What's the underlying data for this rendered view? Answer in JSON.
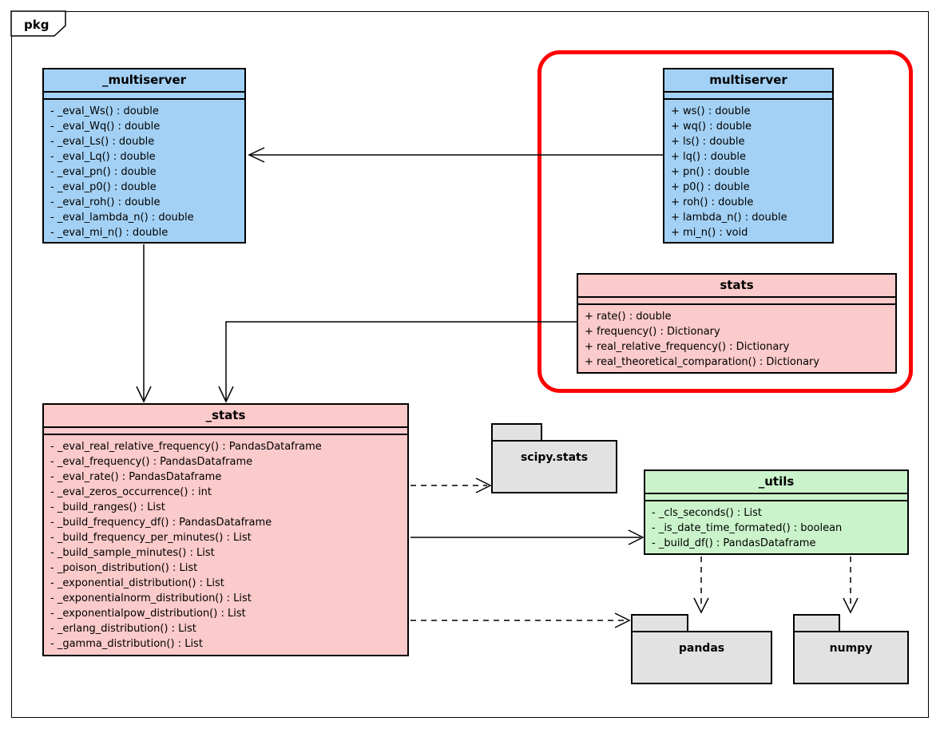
{
  "frame": {
    "tag_label": "pkg"
  },
  "colors": {
    "class_blue": "#A3D1F5",
    "class_pink": "#FBCACA",
    "class_green": "#CBF3CB",
    "package_gray": "#E2E2E2",
    "highlight_red": "#FF0000"
  },
  "classes": {
    "multiserver_private": {
      "title": "_multiserver",
      "methods": [
        "- _eval_Ws() : double",
        "- _eval_Wq() : double",
        "- _eval_Ls() : double",
        "- _eval_Lq() : double",
        "- _eval_pn() : double",
        "- _eval_p0() : double",
        "- _eval_roh() : double",
        "- _eval_lambda_n() : double",
        "- _eval_mi_n() : double"
      ]
    },
    "multiserver_public": {
      "title": "multiserver",
      "methods": [
        "+ ws() : double",
        "+ wq() : double",
        "+ ls() : double",
        "+ lq() : double",
        "+ pn() : double",
        "+ p0() : double",
        "+ roh() : double",
        "+ lambda_n() : double",
        "+ mi_n() : void"
      ]
    },
    "stats_public": {
      "title": "stats",
      "methods": [
        "+ rate() : double",
        "+ frequency() : Dictionary",
        "+ real_relative_frequency() : Dictionary",
        "+ real_theoretical_comparation() : Dictionary"
      ]
    },
    "stats_private": {
      "title": "_stats",
      "methods": [
        "- _eval_real_relative_frequency() : PandasDataframe",
        "- _eval_frequency() : PandasDataframe",
        "- _eval_rate() : PandasDataframe",
        "- _eval_zeros_occurrence() : int",
        "- _build_ranges() : List",
        "- _build_frequency_df() : PandasDataframe",
        "- _build_frequency_per_minutes() : List",
        "- _build_sample_minutes() : List",
        "- _poison_distribution() : List",
        "- _exponential_distribution() : List",
        "- _exponentialnorm_distribution() : List",
        "- _exponentialpow_distribution() : List",
        "- _erlang_distribution() : List",
        "- _gamma_distribution() : List"
      ]
    },
    "utils_private": {
      "title": "_utils",
      "methods": [
        "- _cls_seconds() : List",
        "- _is_date_time_formated() : boolean",
        "- _build_df() : PandasDataframe"
      ]
    }
  },
  "packages": {
    "scipy": {
      "label": "scipy.stats"
    },
    "pandas": {
      "label": "pandas"
    },
    "numpy": {
      "label": "numpy"
    }
  }
}
